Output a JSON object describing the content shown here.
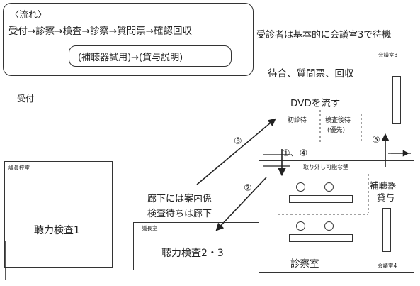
{
  "flow": {
    "heading": "〈流れ〉",
    "steps": "受付→診察→検査→診察→質問票→確認回収",
    "optional": "(補聴器試用)→(貸与説明)"
  },
  "notes": {
    "waiting_room_note": "受診者は基本的に会議室3で待機",
    "reception": "受付",
    "hallway_line1": "廊下には案内係",
    "hallway_line2": "検査待ちは廊下"
  },
  "rooms": {
    "left_room_label": "議員控室",
    "left_room_name": "聴力検査1",
    "mid_room_label": "議長室",
    "mid_room_name": "聴力検査2・3",
    "conf3_label": "会議室3",
    "conf3_title": "待合、質問票、回収",
    "conf3_dvd": "DVDを流す",
    "conf3_first": "初診待",
    "conf3_after_1": "検査後待",
    "conf3_after_2": "(優先)",
    "partition": "取り外し可能な壁",
    "conf4_label": "会議室4",
    "conf4_aid_1": "補聴器",
    "conf4_aid_2": "貸与",
    "conf4_exam": "診察室"
  },
  "markers": {
    "m14": "①、④",
    "m2": "②",
    "m3": "③",
    "m5": "⑤"
  }
}
